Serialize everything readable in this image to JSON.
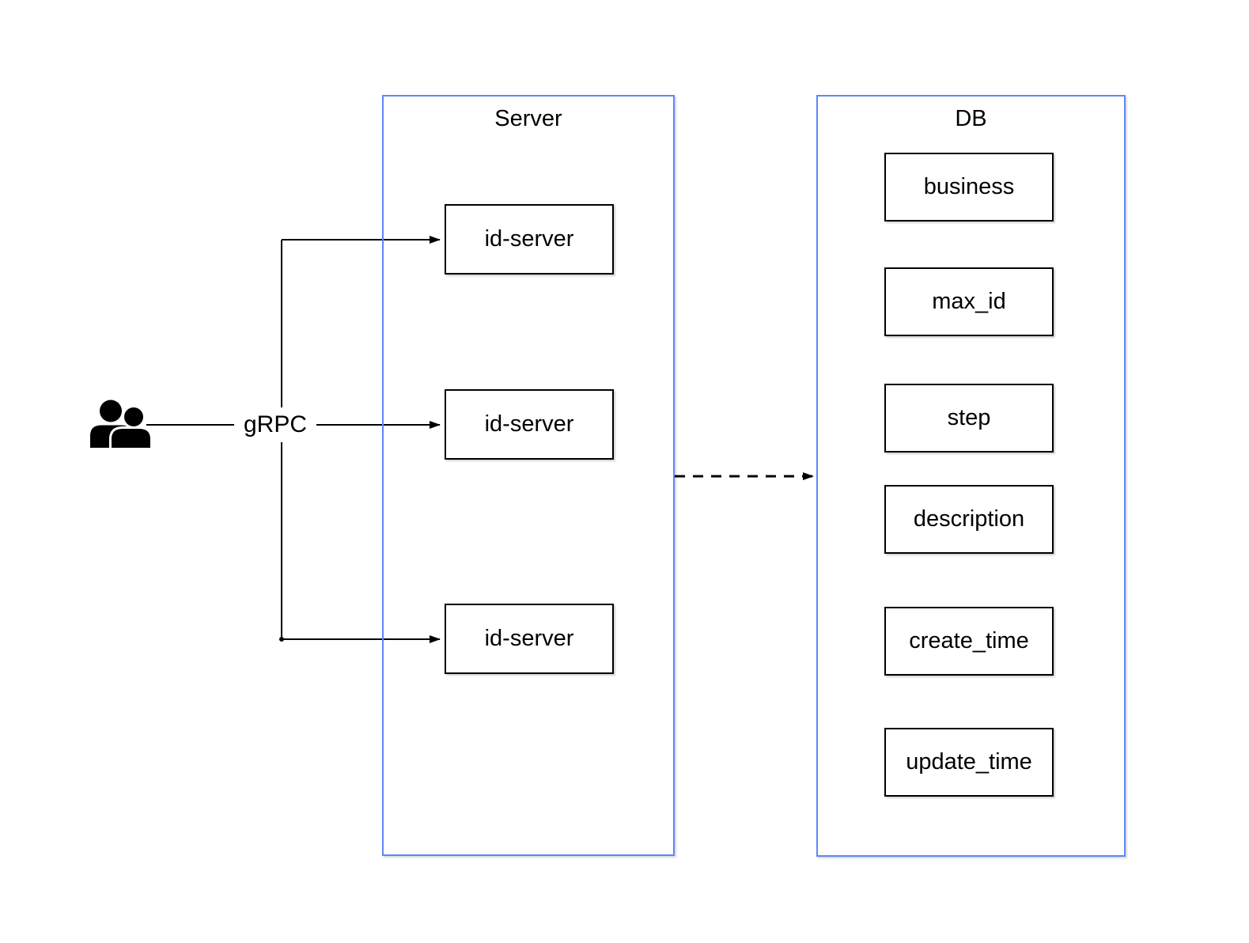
{
  "diagram": {
    "actor": {
      "icon": "users-icon",
      "description": "two-person client group"
    },
    "connector_label": "gRPC",
    "groups": [
      {
        "id": "server",
        "title": "Server",
        "nodes": [
          {
            "label": "id-server"
          },
          {
            "label": "id-server"
          },
          {
            "label": "id-server"
          }
        ]
      },
      {
        "id": "db",
        "title": "DB",
        "nodes": [
          {
            "label": "business"
          },
          {
            "label": "max_id"
          },
          {
            "label": "step"
          },
          {
            "label": "description"
          },
          {
            "label": "create_time"
          },
          {
            "label": "update_time"
          }
        ]
      }
    ],
    "edges": [
      {
        "from": "client",
        "to": "id-server-top",
        "style": "solid-arrow"
      },
      {
        "from": "client",
        "to": "id-server-middle",
        "style": "solid-arrow",
        "label": "gRPC"
      },
      {
        "from": "client",
        "to": "id-server-bottom",
        "style": "solid-arrow"
      },
      {
        "from": "server",
        "to": "db",
        "style": "dashed-arrow"
      }
    ],
    "colors": {
      "container_border": "#5c87f5",
      "node_border": "#000000",
      "connector": "#000000",
      "background": "#ffffff",
      "text": "#000000"
    }
  }
}
